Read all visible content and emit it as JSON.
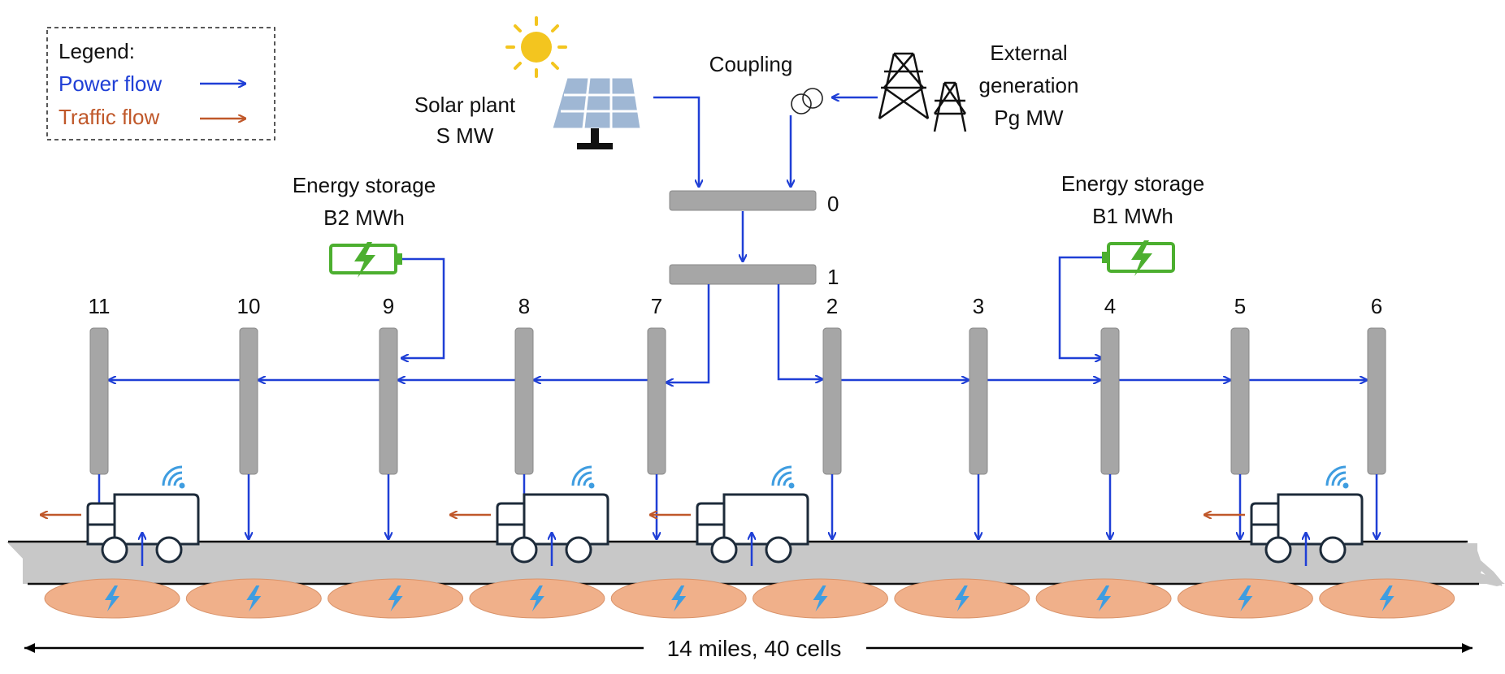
{
  "colors": {
    "power": "#1f3fd6",
    "traffic": "#c0582a",
    "bus": "#a6a6a6",
    "road": "#c8c8c8",
    "pad": "#f0b08a",
    "battery": "#4caf2f",
    "sun": "#f3c51f",
    "wifi": "#3f9de0"
  },
  "legend": {
    "title": "Legend:",
    "power_label": "Power flow",
    "traffic_label": "Traffic flow"
  },
  "solar": {
    "line1": "Solar plant",
    "line2": "S MW"
  },
  "coupling": {
    "label": "Coupling"
  },
  "external": {
    "line1": "External",
    "line2": "generation",
    "line3": "Pg MW"
  },
  "storage_b2": {
    "line1": "Energy storage",
    "line2": "B2 MWh"
  },
  "storage_b1": {
    "line1": "Energy storage",
    "line2": "B1 MWh"
  },
  "buses_top": [
    {
      "label": "0"
    },
    {
      "label": "1"
    }
  ],
  "buses": [
    {
      "label": "11"
    },
    {
      "label": "10"
    },
    {
      "label": "9"
    },
    {
      "label": "8"
    },
    {
      "label": "7"
    },
    {
      "label": "2"
    },
    {
      "label": "3"
    },
    {
      "label": "4"
    },
    {
      "label": "5"
    },
    {
      "label": "6"
    }
  ],
  "cell_count_drawn": 10,
  "vehicle_count": 4,
  "span": {
    "label": "14 miles, 40 cells"
  }
}
